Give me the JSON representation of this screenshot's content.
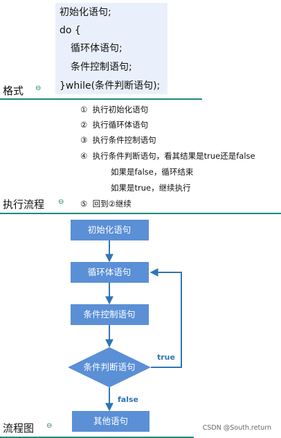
{
  "format": {
    "label": "格式",
    "code": [
      "初始化语句;",
      "do {",
      "循环体语句;",
      "条件控制语句;",
      "}while(条件判断语句);"
    ]
  },
  "flow": {
    "label": "执行流程",
    "steps": [
      {
        "num": "①",
        "text": "执行初始化语句"
      },
      {
        "num": "②",
        "text": "执行循环体语句"
      },
      {
        "num": "③",
        "text": "执行条件控制语句"
      },
      {
        "num": "④",
        "text": "执行条件判断语句，看其结果是true还是false"
      },
      {
        "num": "",
        "text": "如果是false，循环结束"
      },
      {
        "num": "",
        "text": "如果是true，继续执行"
      },
      {
        "num": "⑤",
        "text": "回到②继续"
      }
    ]
  },
  "diagram": {
    "label": "流程图",
    "nodes": {
      "init": "初始化语句",
      "body": "循环体语句",
      "control": "条件控制语句",
      "condition": "条件判断语句",
      "other": "其他语句"
    },
    "edges": {
      "true_label": "true",
      "false_label": "false"
    },
    "colors": {
      "node": "#5b8fd6",
      "arrow": "#2e75b6",
      "rule": "#1a8a7a"
    }
  },
  "collapse_icon": "collapse-circle-icon",
  "watermark": "CSDN @South.return"
}
